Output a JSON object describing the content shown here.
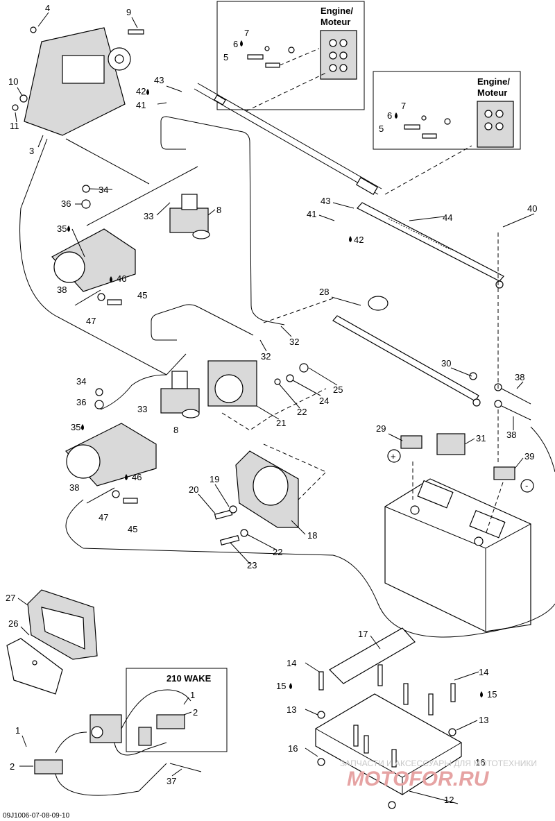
{
  "callouts": [
    {
      "id": "c4a",
      "text": "4"
    },
    {
      "id": "c9",
      "text": "9"
    },
    {
      "id": "c10",
      "text": "10"
    },
    {
      "id": "c11",
      "text": "11"
    },
    {
      "id": "c3",
      "text": "3"
    },
    {
      "id": "c7a",
      "text": "7"
    },
    {
      "id": "c6a",
      "text": "6"
    },
    {
      "id": "c5a",
      "text": "5"
    },
    {
      "id": "c43a",
      "text": "43"
    },
    {
      "id": "c42a",
      "text": "42"
    },
    {
      "id": "c41a",
      "text": "41"
    },
    {
      "id": "c7b",
      "text": "7"
    },
    {
      "id": "c6b",
      "text": "6"
    },
    {
      "id": "c5b",
      "text": "5"
    },
    {
      "id": "c34a",
      "text": "34"
    },
    {
      "id": "c36a",
      "text": "36"
    },
    {
      "id": "c33a",
      "text": "33"
    },
    {
      "id": "c8a",
      "text": "8"
    },
    {
      "id": "c35a",
      "text": "35"
    },
    {
      "id": "c38a",
      "text": "38"
    },
    {
      "id": "c46a",
      "text": "46"
    },
    {
      "id": "c45a",
      "text": "45"
    },
    {
      "id": "c47a",
      "text": "47"
    },
    {
      "id": "c43b",
      "text": "43"
    },
    {
      "id": "c41b",
      "text": "41"
    },
    {
      "id": "c42b",
      "text": "42"
    },
    {
      "id": "c44",
      "text": "44"
    },
    {
      "id": "c40",
      "text": "40"
    },
    {
      "id": "c28",
      "text": "28"
    },
    {
      "id": "c32a",
      "text": "32"
    },
    {
      "id": "c32b",
      "text": "32"
    },
    {
      "id": "c34b",
      "text": "34"
    },
    {
      "id": "c36b",
      "text": "36"
    },
    {
      "id": "c33b",
      "text": "33"
    },
    {
      "id": "c8b",
      "text": "8"
    },
    {
      "id": "c35b",
      "text": "35"
    },
    {
      "id": "c25",
      "text": "25"
    },
    {
      "id": "c24",
      "text": "24"
    },
    {
      "id": "c22a",
      "text": "22"
    },
    {
      "id": "c21",
      "text": "21"
    },
    {
      "id": "c30",
      "text": "30"
    },
    {
      "id": "c38b",
      "text": "38"
    },
    {
      "id": "c38c",
      "text": "38"
    },
    {
      "id": "c29",
      "text": "29"
    },
    {
      "id": "c31",
      "text": "31"
    },
    {
      "id": "c39",
      "text": "39"
    },
    {
      "id": "c38d",
      "text": "38"
    },
    {
      "id": "c46b",
      "text": "46"
    },
    {
      "id": "c47b",
      "text": "47"
    },
    {
      "id": "c45b",
      "text": "45"
    },
    {
      "id": "c20",
      "text": "20"
    },
    {
      "id": "c19",
      "text": "19"
    },
    {
      "id": "c18",
      "text": "18"
    },
    {
      "id": "c22b",
      "text": "22"
    },
    {
      "id": "c23",
      "text": "23"
    },
    {
      "id": "c27",
      "text": "27"
    },
    {
      "id": "c26",
      "text": "26"
    },
    {
      "id": "c1a",
      "text": "1"
    },
    {
      "id": "c2a",
      "text": "2"
    },
    {
      "id": "c1b",
      "text": "1"
    },
    {
      "id": "c2b",
      "text": "2"
    },
    {
      "id": "c37",
      "text": "37"
    },
    {
      "id": "c17",
      "text": "17"
    },
    {
      "id": "c14a",
      "text": "14"
    },
    {
      "id": "c15a",
      "text": "15"
    },
    {
      "id": "c14b",
      "text": "14"
    },
    {
      "id": "c15b",
      "text": "15"
    },
    {
      "id": "c13a",
      "text": "13"
    },
    {
      "id": "c13b",
      "text": "13"
    },
    {
      "id": "c16a",
      "text": "16"
    },
    {
      "id": "c16b",
      "text": "16"
    },
    {
      "id": "c12",
      "text": "12"
    }
  ],
  "boxes": {
    "engine_box_1": {
      "line1": "Engine/",
      "line2": "Moteur"
    },
    "engine_box_2": {
      "line1": "Engine/",
      "line2": "Moteur"
    },
    "wake_box": {
      "label": "210 WAKE"
    }
  },
  "terminals": {
    "plus": "+",
    "minus": "-"
  },
  "drawing_code": "09J1006-07-08-09-10",
  "watermark": {
    "line1": "ЗАПЧАСТИ И АКСЕССУАРЫ ДЛЯ МОТОТЕХНИКИ",
    "logo": "MOTOFOR.RU"
  },
  "colors": {
    "line": "#000000",
    "background": "#ffffff",
    "watermark_logo": "#e6a3a3"
  }
}
